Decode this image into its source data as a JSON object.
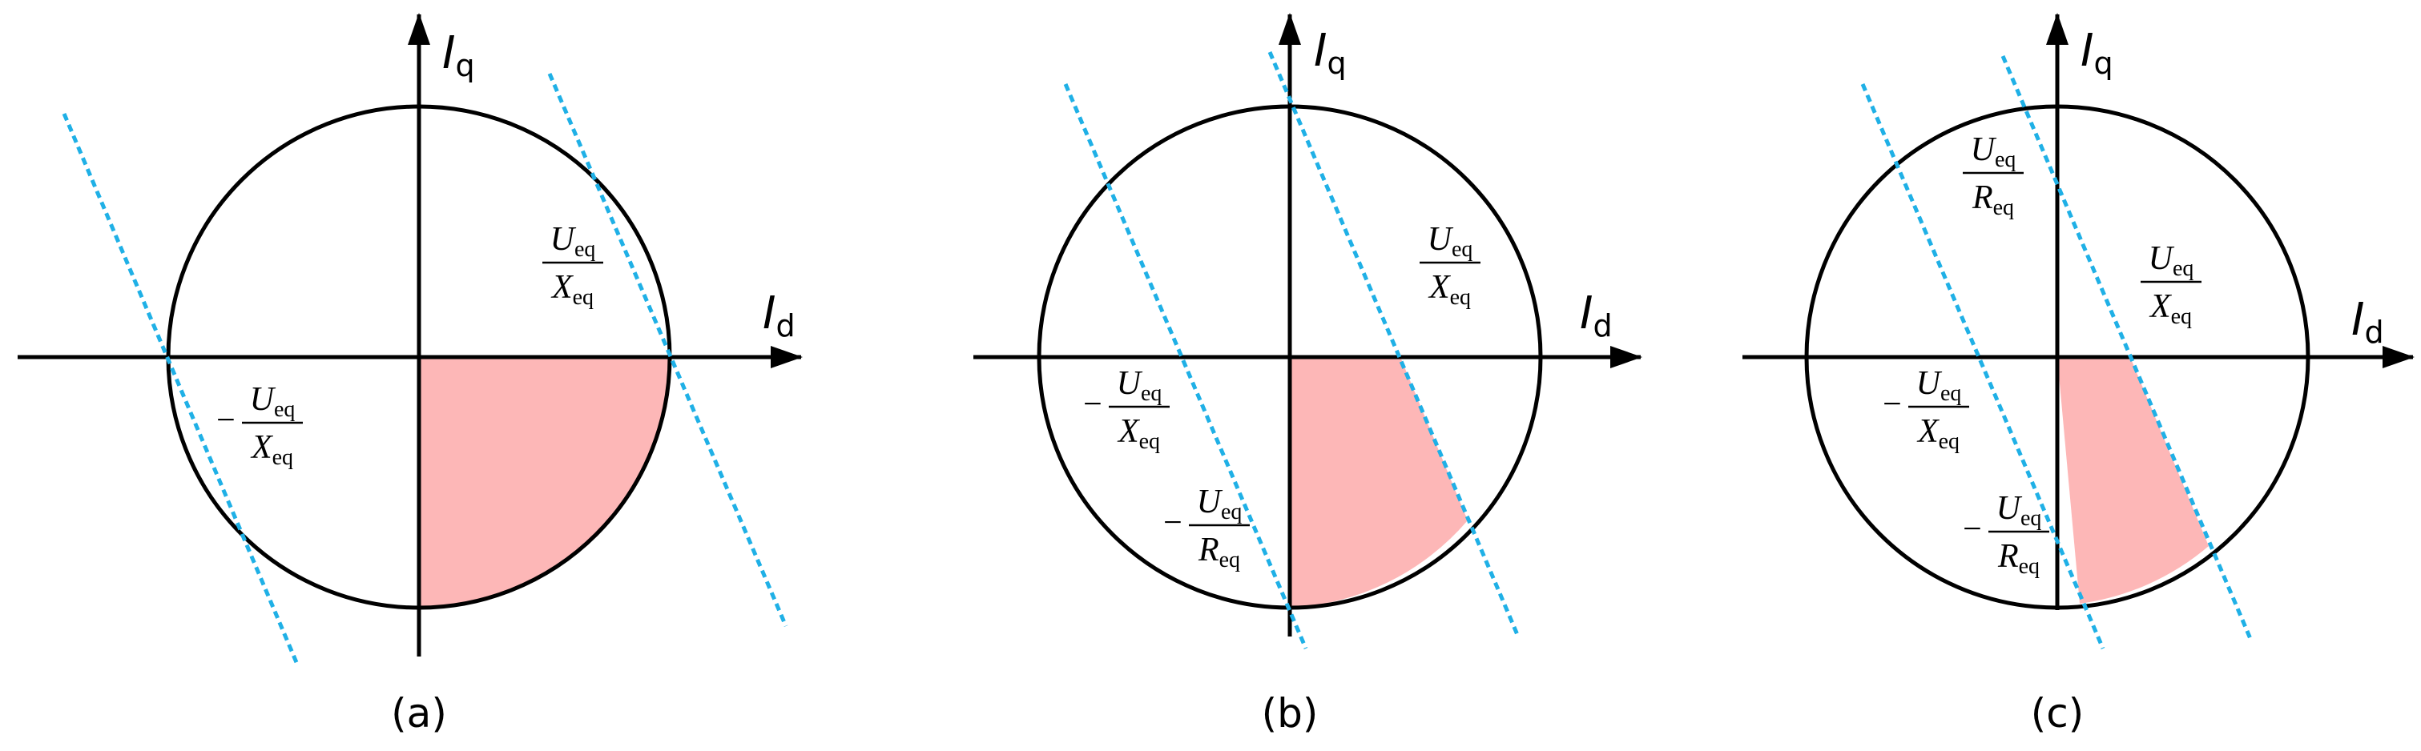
{
  "panels": [
    {
      "id": "a",
      "label": "(a)",
      "axis_d": {
        "main": "I",
        "sub": "d"
      },
      "axis_q": {
        "main": "I",
        "sub": "q"
      },
      "annotations": [
        {
          "sign": "",
          "num_main": "U",
          "num_sub": "eq",
          "den_main": "X",
          "den_sub": "eq"
        },
        {
          "sign": "−",
          "num_main": "U",
          "num_sub": "eq",
          "den_main": "X",
          "den_sub": "eq"
        }
      ]
    },
    {
      "id": "b",
      "label": "(b)",
      "axis_d": {
        "main": "I",
        "sub": "d"
      },
      "axis_q": {
        "main": "I",
        "sub": "q"
      },
      "annotations": [
        {
          "sign": "",
          "num_main": "U",
          "num_sub": "eq",
          "den_main": "X",
          "den_sub": "eq"
        },
        {
          "sign": "−",
          "num_main": "U",
          "num_sub": "eq",
          "den_main": "X",
          "den_sub": "eq"
        },
        {
          "sign": "−",
          "num_main": "U",
          "num_sub": "eq",
          "den_main": "R",
          "den_sub": "eq"
        }
      ]
    },
    {
      "id": "c",
      "label": "(c)",
      "axis_d": {
        "main": "I",
        "sub": "d"
      },
      "axis_q": {
        "main": "I",
        "sub": "q"
      },
      "annotations": [
        {
          "sign": "",
          "num_main": "U",
          "num_sub": "eq",
          "den_main": "R",
          "den_sub": "eq"
        },
        {
          "sign": "",
          "num_main": "U",
          "num_sub": "eq",
          "den_main": "X",
          "den_sub": "eq"
        },
        {
          "sign": "−",
          "num_main": "U",
          "num_sub": "eq",
          "den_main": "X",
          "den_sub": "eq"
        },
        {
          "sign": "−",
          "num_main": "U",
          "num_sub": "eq",
          "den_main": "R",
          "den_sub": "eq"
        }
      ]
    }
  ],
  "colors": {
    "feasible_region": "#FDB7B7",
    "constraint_line": "#1FB0E6",
    "axis": "#000000"
  }
}
